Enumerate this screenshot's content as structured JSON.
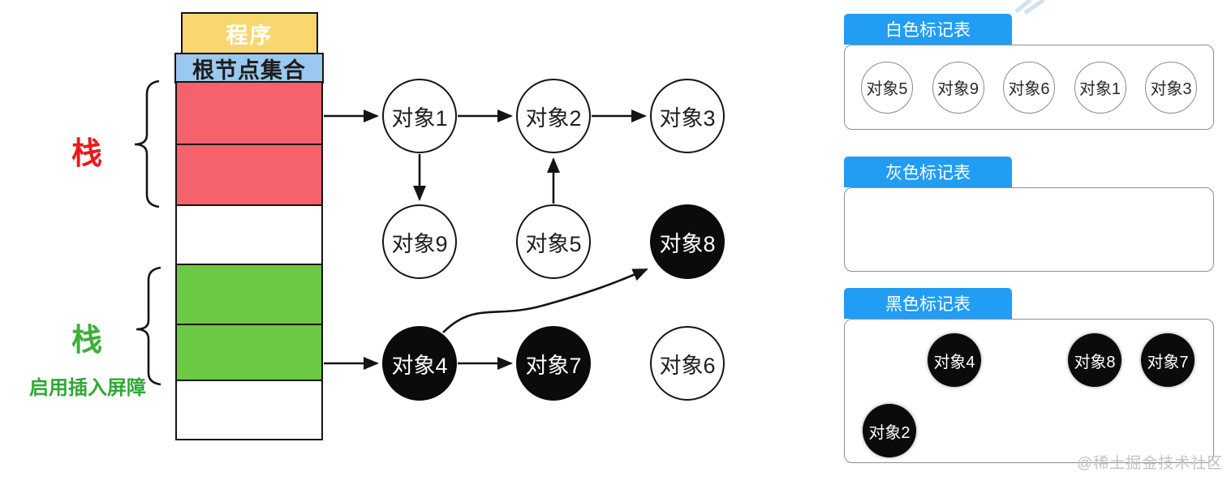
{
  "colors": {
    "stack_red_fill": "#f5626b",
    "stack_green_fill": "#6cc944",
    "program_yellow": "#f8d76e",
    "root_light_blue": "#9ac8ef",
    "table_header_blue": "#219df4",
    "label_red": "#e81a20",
    "label_green": "#2fa834",
    "node_black": "#0b0b0b",
    "outline_black": "#141414",
    "table_border_gray": "#8f8f8f",
    "watermark_gray": "#c2c2c2"
  },
  "stack": {
    "program_label": "程序",
    "root_label": "根节点集合",
    "rows": [
      "red",
      "red",
      "white",
      "green",
      "green",
      "white"
    ]
  },
  "left_labels": {
    "stack_top": "栈",
    "stack_bottom": "栈",
    "barrier_note": "启用插入屏障"
  },
  "graph": {
    "nodes": [
      {
        "label": "对象1",
        "fill": "white"
      },
      {
        "label": "对象2",
        "fill": "white"
      },
      {
        "label": "对象3",
        "fill": "white"
      },
      {
        "label": "对象9",
        "fill": "white"
      },
      {
        "label": "对象5",
        "fill": "white"
      },
      {
        "label": "对象8",
        "fill": "black"
      },
      {
        "label": "对象4",
        "fill": "black"
      },
      {
        "label": "对象7",
        "fill": "black"
      },
      {
        "label": "对象6",
        "fill": "white"
      }
    ],
    "edges": [
      "栈(红)→对象1",
      "对象1→对象2",
      "对象2→对象3",
      "对象1→对象9",
      "对象5→对象2",
      "栈(绿)→对象4",
      "对象4→对象7",
      "对象4→对象8(曲线)"
    ]
  },
  "tables": {
    "white": {
      "title": "白色标记表",
      "items": [
        "对象5",
        "对象9",
        "对象6",
        "对象1",
        "对象3"
      ]
    },
    "gray": {
      "title": "灰色标记表",
      "items": []
    },
    "black": {
      "title": "黑色标记表",
      "items": [
        "对象4",
        "对象8",
        "对象7",
        "对象2"
      ]
    }
  },
  "watermark": "@稀土掘金技术社区"
}
